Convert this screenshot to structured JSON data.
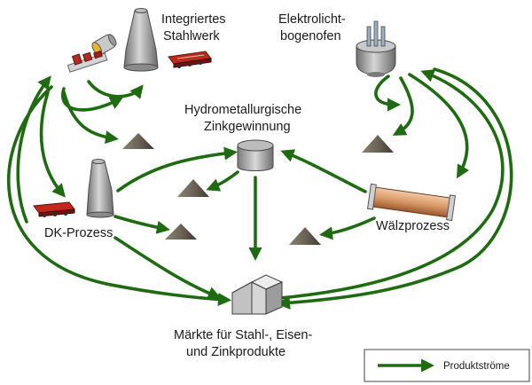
{
  "labels": {
    "integriertes": [
      "Integriertes",
      "Stahlwerk"
    ],
    "elektrolicht": [
      "Elektrolicht-",
      "bogenofen"
    ],
    "hydro": [
      "Hydrometallurgische",
      "Zinkgewinnung"
    ],
    "dk": "DK-Prozess",
    "waelz": "Wälzprozess",
    "maerkte": [
      "Märkte für Stahl-, Eisen-",
      "und Zinkprodukte"
    ]
  },
  "legend": {
    "label": "Produktströme"
  },
  "colors": {
    "arrow": "#1f6b12",
    "furnace": "#8f8f8f",
    "conveyor": "#b4281e",
    "dust": "#6d6458",
    "kiln": "#d99a6a",
    "house": "#b9b9b9"
  },
  "icons": [
    "converter-icon",
    "tower-furnace-icon",
    "conveyor-icon",
    "dust-pile-icon",
    "electric-arc-furnace-icon",
    "leach-tank-icon",
    "rotary-kiln-icon",
    "market-house-icon"
  ]
}
